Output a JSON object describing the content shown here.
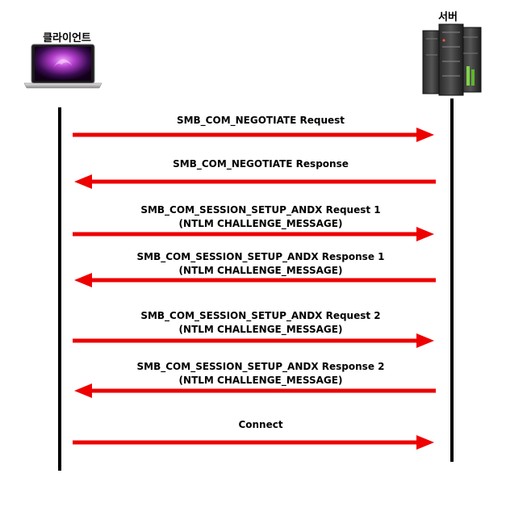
{
  "actors": {
    "client": "클라이언트",
    "server": "서버"
  },
  "colors": {
    "arrow": "#ee0000",
    "lifeline": "#000000"
  },
  "icons": {
    "client": "laptop-icon",
    "server": "server-rack-icon"
  },
  "messages": [
    {
      "line1": "SMB_COM_NEGOTIATE Request",
      "line2": "",
      "direction": "client-to-server"
    },
    {
      "line1": "SMB_COM_NEGOTIATE Response",
      "line2": "",
      "direction": "server-to-client"
    },
    {
      "line1": "SMB_COM_SESSION_SETUP_ANDX Request 1",
      "line2": "(NTLM CHALLENGE_MESSAGE)",
      "direction": "client-to-server"
    },
    {
      "line1": "SMB_COM_SESSION_SETUP_ANDX Response 1",
      "line2": "(NTLM CHALLENGE_MESSAGE)",
      "direction": "server-to-client"
    },
    {
      "line1": "SMB_COM_SESSION_SETUP_ANDX Request 2",
      "line2": "(NTLM CHALLENGE_MESSAGE)",
      "direction": "client-to-server"
    },
    {
      "line1": "SMB_COM_SESSION_SETUP_ANDX Response 2",
      "line2": "(NTLM CHALLENGE_MESSAGE)",
      "direction": "server-to-client"
    },
    {
      "line1": "Connect",
      "line2": "",
      "direction": "client-to-server"
    }
  ]
}
